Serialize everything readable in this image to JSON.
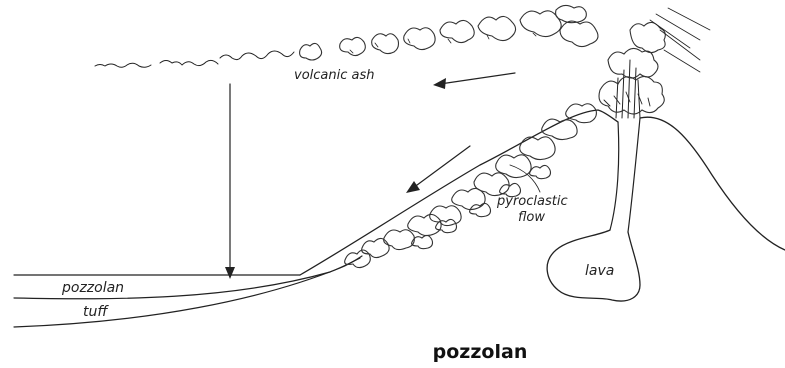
{
  "labels": {
    "volcanic_ash": "volcanic ash",
    "pyroclastic_line1": "pyroclastic",
    "pyroclastic_line2": "flow",
    "lava": "lava",
    "pozzolan_layer": "pozzolan",
    "tuff": "tuff"
  },
  "caption": "pozzolan"
}
